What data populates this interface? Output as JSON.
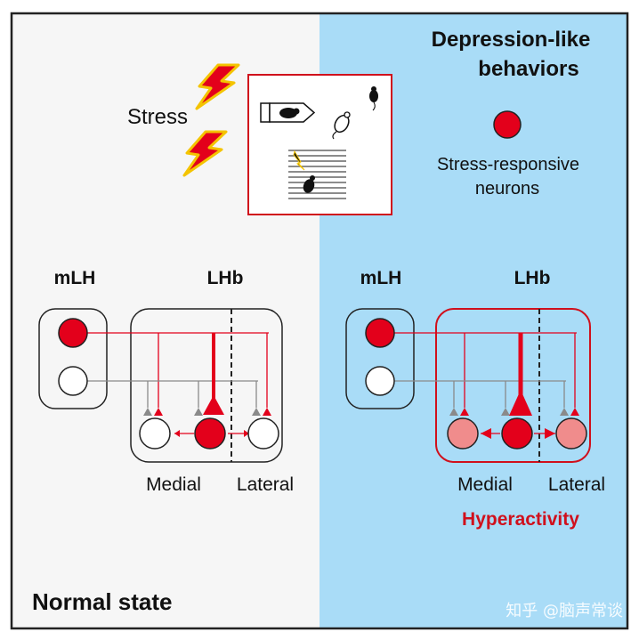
{
  "colors": {
    "left_bg": "#f6f6f6",
    "right_bg": "#a9dcf7",
    "red": "#e3001b",
    "pink": "#f08c8c",
    "gray": "#8a8a8a",
    "frame": "#222222"
  },
  "header": {
    "title_line1": "Depression-like",
    "title_line2": "behaviors"
  },
  "stress": {
    "label": "Stress"
  },
  "legend": {
    "line1": "Stress-responsive",
    "line2": "neurons"
  },
  "left_panel": {
    "mlh_label": "mLH",
    "lhb_label": "LHb",
    "medial_label": "Medial",
    "lateral_label": "Lateral",
    "state_label": "Normal state"
  },
  "right_panel": {
    "mlh_label": "mLH",
    "lhb_label": "LHb",
    "medial_label": "Medial",
    "lateral_label": "Lateral",
    "status_label": "Hyperactivity"
  },
  "watermark": "知乎 @脑声常谈"
}
